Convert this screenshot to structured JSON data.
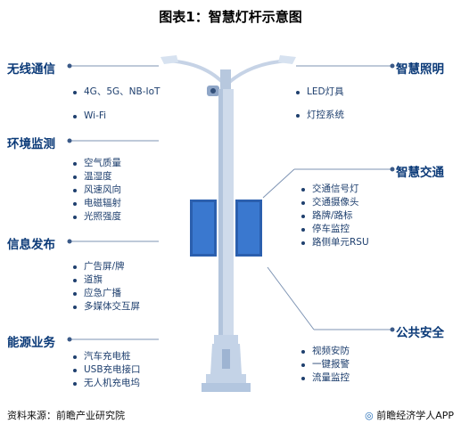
{
  "title": "图表1：智慧灯杆示意图",
  "left": [
    {
      "label": "无线通信",
      "items": [
        "4G、5G、NB-IoT",
        "Wi-Fi"
      ]
    },
    {
      "label": "环境监测",
      "items": [
        "空气质量",
        "温湿度",
        "风速风向",
        "电磁辐射",
        "光照强度"
      ]
    },
    {
      "label": "信息发布",
      "items": [
        "广告屏/牌",
        "道旗",
        "应急广播",
        "多媒体交互屏"
      ]
    },
    {
      "label": "能源业务",
      "items": [
        "汽车充电桩",
        "USB充电接口",
        "无人机充电坞"
      ]
    }
  ],
  "right": [
    {
      "label": "智慧照明",
      "items": [
        "LED灯具",
        "灯控系统"
      ]
    },
    {
      "label": "智慧交通",
      "items": [
        "交通信号灯",
        "交通摄像头",
        "路牌/路标",
        "停车监控",
        "路侧单元RSU"
      ]
    },
    {
      "label": "公共安全",
      "items": [
        "视频安防",
        "一键报警",
        "流量监控"
      ]
    }
  ],
  "footer": {
    "source": "资料来源：前瞻产业研究院",
    "logo_icon": "brand-icon",
    "brand": "前瞻经济学人APP"
  },
  "colors": {
    "accent": "#0b3a78",
    "pole": "#c9d6e8",
    "screen": "#2f6bc0"
  }
}
